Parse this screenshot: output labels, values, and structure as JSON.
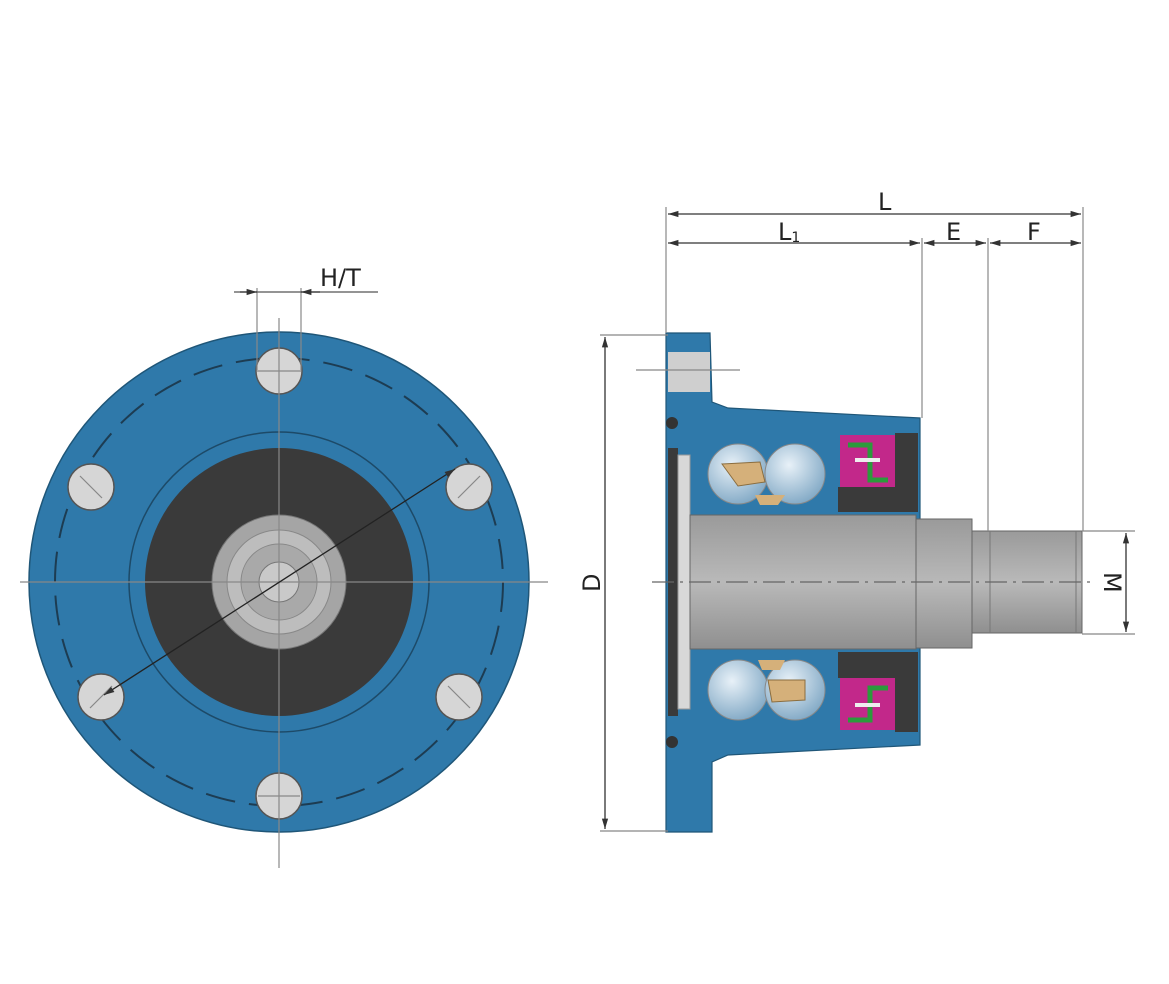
{
  "labels": {
    "hole_dim": "H/T",
    "length_total": "L",
    "length_l1_main": "L",
    "length_l1_sub": "1",
    "length_e": "E",
    "length_f": "F",
    "diameter": "D",
    "thread": "M"
  },
  "colors": {
    "housing_blue": "#2f79aa",
    "dark_seal": "#3a3a3a",
    "shaft_gray": "#a9a9a9",
    "cage_tan": "#d5b07a",
    "seal_magenta": "#c2288a",
    "seal_green": "#2c9a3c"
  }
}
